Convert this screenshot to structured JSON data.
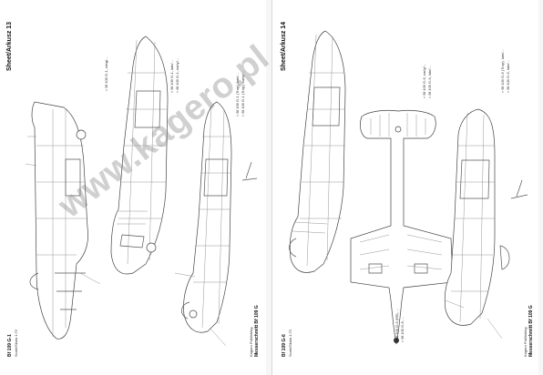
{
  "sheet_left": {
    "title": "Sheet/Arkusz 13",
    "scale": "Scale/Skala 1:72",
    "model_name": "Bf 109 G-1",
    "brand_line": "Messerschmitt Bf 109 G",
    "publisher": "Kagero Publishing",
    "callouts": [
      "» Bf 109 G-1, late/...",
      "» Bf 109 G-1, early/...",
      "» Bf 109 G-1 (Trop), late/...",
      "» Bf 109 G-1 (Trop), early/...",
      "» Bf 109 G-1, wing/..."
    ]
  },
  "sheet_right": {
    "title": "Sheet/Arkusz 14",
    "scale": "Scale/Skala 1:72",
    "model_name": "Bf 109 G-6",
    "brand_line": "Messerschmitt Bf 109 G",
    "publisher": "Kagero Publishing",
    "callouts": [
      "» Bf 109 G-6, early/...",
      "» Bf 109 G-6, late/...",
      "» Bf 109 G-6 (Trop), late/...",
      "» Bf 109 G-6, late/...",
      "» Bf 109 G-6 (R6), ...",
      "» Bf 109 G-6, ..."
    ]
  },
  "watermark": "www.kagero.pl"
}
